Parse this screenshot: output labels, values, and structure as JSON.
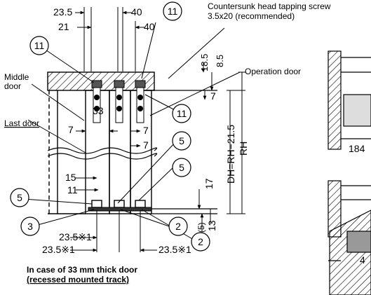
{
  "dims": {
    "d235_top": "23.5",
    "d40_top": "40",
    "d21": "21",
    "d40_2": "40",
    "d185": "18.5",
    "d85": "8.5",
    "d7_right": "7",
    "d7_a": "7",
    "d33": "33",
    "d7_b": "7",
    "d7_c": "7",
    "d15": "15",
    "d11": "11",
    "d17": "17",
    "d5_paren": "(5)",
    "d13": "13",
    "d235_b1": "23.5※1",
    "d235_b2": "23.5※1",
    "d235_b3": "23.5※1",
    "dh_formula": "DH=RH−21.5",
    "rh": "RH",
    "right_184": "184",
    "right_4": "4"
  },
  "labels": {
    "screw_line1": "Countersunk head tapping screw",
    "screw_line2": "3.5x20 (recommended)",
    "middle_door_1": "Middle",
    "middle_door_2": "door",
    "last_door": "Last door",
    "operation_door": "Operation door",
    "caption_1": "In case of 33 mm thick door",
    "caption_2": "(recessed mounted track)"
  },
  "callouts": {
    "c11_top1": "11",
    "c11_left": "11",
    "c11_right": "11",
    "c5_a": "5",
    "c5_b": "5",
    "c5_left": "5",
    "c3": "3",
    "c2_a": "2",
    "c2_b": "2"
  }
}
